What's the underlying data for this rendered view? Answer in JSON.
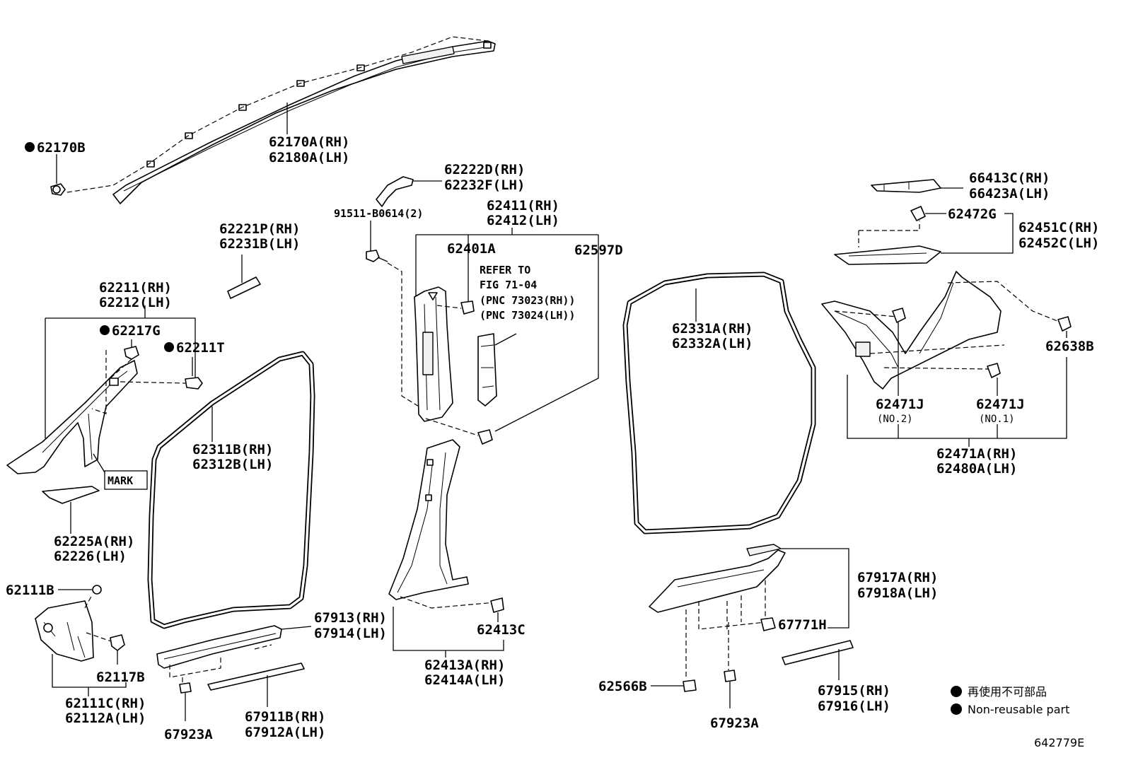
{
  "labels": {
    "l62170B": "62170B",
    "l62170A": "62170A(RH)",
    "l62180A": "62180A(LH)",
    "l62222D": "62222D(RH)",
    "l62232F": "62232F(LH)",
    "l91511": "91511-B0614(2)",
    "l62411": "62411(RH)",
    "l62412": "62412(LH)",
    "l62401A": "62401A",
    "l62597D": "62597D",
    "refer1": "REFER TO",
    "refer2": "FIG 71-04",
    "refer3": "(PNC 73023(RH))",
    "refer4": "(PNC 73024(LH))",
    "l62221P": "62221P(RH)",
    "l62231B": "62231B(LH)",
    "l62211": "62211(RH)",
    "l62212": "62212(LH)",
    "l62217G": "62217G",
    "l62211T": "62211T",
    "mark": "MARK",
    "l62311B": "62311B(RH)",
    "l62312B": "62312B(LH)",
    "l62225A": "62225A(RH)",
    "l62226": "62226(LH)",
    "l62111B": "62111B",
    "l62117B": "62117B",
    "l62111C": "62111C(RH)",
    "l62112A": "62112A(LH)",
    "l67913": "67913(RH)",
    "l67914": "67914(LH)",
    "l67923A_left": "67923A",
    "l67911B": "67911B(RH)",
    "l67912A": "67912A(LH)",
    "l62413C": "62413C",
    "l62413A": "62413A(RH)",
    "l62414A": "62414A(LH)",
    "l66413C": "66413C(RH)",
    "l66423A": "66423A(LH)",
    "l62472G": "62472G",
    "l62451C": "62451C(RH)",
    "l62452C": "62452C(LH)",
    "l62331A": "62331A(RH)",
    "l62332A": "62332A(LH)",
    "l62638B": "62638B",
    "l62471J_2": "62471J",
    "no2": "(NO.2)",
    "l62471J_1": "62471J",
    "no1": "(NO.1)",
    "l62471A": "62471A(RH)",
    "l62480A": "62480A(LH)",
    "l67917A": "67917A(RH)",
    "l67918A": "67918A(LH)",
    "l67771H": "67771H",
    "l62566B": "62566B",
    "l67923A_right": "67923A",
    "l67915": "67915(RH)",
    "l67916": "67916(LH)"
  },
  "legend": {
    "non_reusable_jp": "再使用不可部品",
    "non_reusable_en": "Non-reusable part"
  },
  "figure_id": "642779E"
}
